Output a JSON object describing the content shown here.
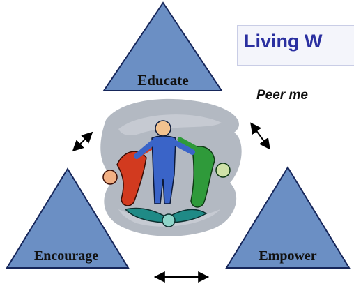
{
  "title": "Living W",
  "subtitle": "Peer me",
  "nodes": {
    "top": {
      "label": "Educate"
    },
    "left": {
      "label": "Encourage"
    },
    "right": {
      "label": "Empower"
    }
  },
  "colors": {
    "triangle_fill": "#6b8fc4",
    "triangle_stroke": "#16265a",
    "title_text": "#2a2fa0",
    "person_blue": "#3a64c8",
    "person_red": "#d23a1f",
    "person_green": "#2f9a3a",
    "person_teal": "#1f8a86",
    "swirl": "#9aa1ad"
  },
  "connectors": [
    {
      "between": [
        "top",
        "left"
      ],
      "style": "double-arrow"
    },
    {
      "between": [
        "top",
        "right"
      ],
      "style": "double-arrow"
    },
    {
      "between": [
        "left",
        "right"
      ],
      "style": "double-arrow"
    }
  ],
  "center_image": {
    "icon": "people-circle-clipart"
  }
}
